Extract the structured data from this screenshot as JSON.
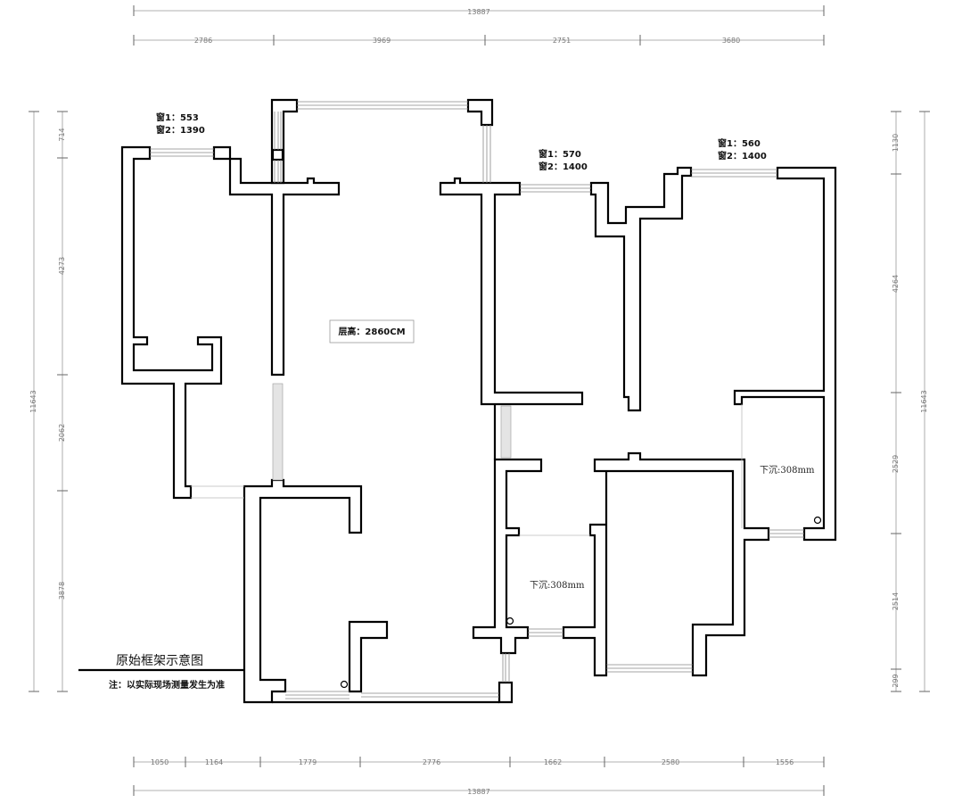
{
  "dims": {
    "top_total": "13887",
    "top_segments": [
      "2786",
      "3969",
      "2751",
      "3680"
    ],
    "bottom_segments": [
      "1050",
      "1164",
      "1779",
      "2776",
      "1662",
      "2580",
      "1556"
    ],
    "bottom_total": "13887",
    "left_total": "11643",
    "left_segments": [
      "714",
      "4273",
      "2062",
      "3878"
    ],
    "right_total": "11643",
    "right_segments": [
      "1130",
      "4264",
      "2529",
      "2514",
      "299"
    ]
  },
  "windows": {
    "w_left_1": "窗1：553",
    "w_left_2": "窗2：1390",
    "w_mid_1": "窗1：570",
    "w_mid_2": "窗2：1400",
    "w_right_1": "窗1：560",
    "w_right_2": "窗2：1400"
  },
  "ceiling_label": "层高：2860CM",
  "sunken_right": "下沉:308mm",
  "sunken_center": "下沉:308mm",
  "title": "原始框架示意图",
  "note": "注：以实际现场测量发生为准"
}
